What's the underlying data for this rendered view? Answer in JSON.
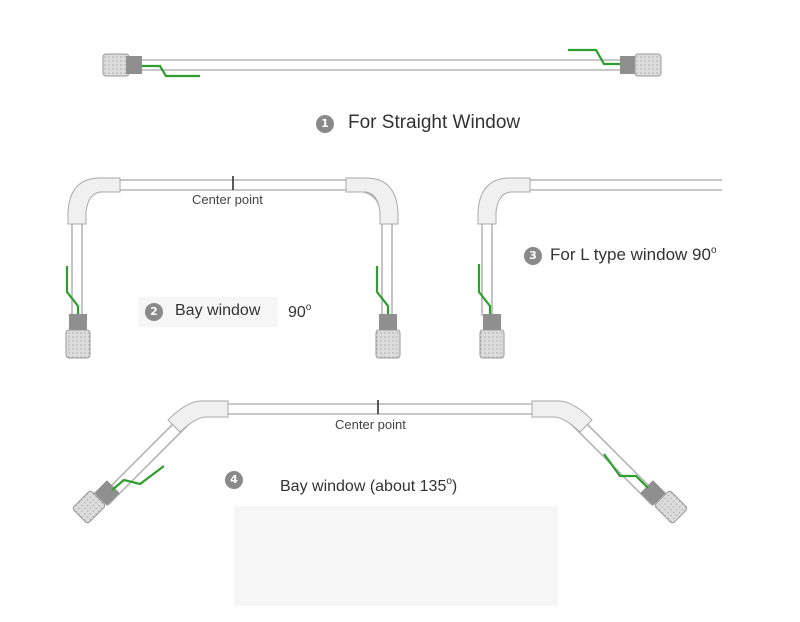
{
  "colors": {
    "rail": "#b5b5b5",
    "wire": "#2e9e2e",
    "motor_body": "#8f8f8f",
    "motor_end": "#d8d8d8",
    "badge": "#8a8a8a"
  },
  "diagrams": [
    {
      "number": "1",
      "label": "For Straight Window",
      "degree": "",
      "center_label": ""
    },
    {
      "number": "2",
      "label": "Bay window",
      "degree": "90",
      "center_label": "Center point"
    },
    {
      "number": "3",
      "label": "For L type window 90",
      "degree": "",
      "center_label": ""
    },
    {
      "number": "4",
      "label": "Bay window",
      "degree": "(about 135",
      "degree_tail": ")",
      "center_label": "Center point"
    }
  ],
  "degree_symbol": "o"
}
